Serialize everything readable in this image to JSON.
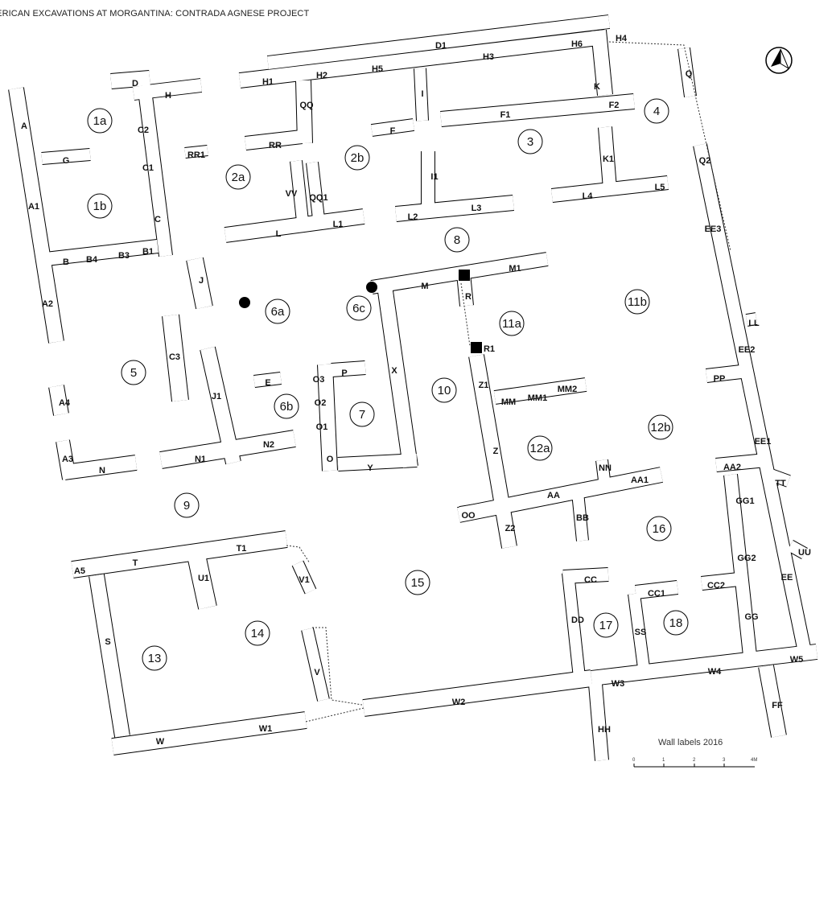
{
  "title": "IERICAN EXCAVATIONS AT MORGANTINA: CONTRADA AGNESE PROJECT",
  "rooms": [
    "1a",
    "1b",
    "2a",
    "2b",
    "3",
    "4",
    "5",
    "6a",
    "6b",
    "6c",
    "7",
    "8",
    "9",
    "10",
    "11a",
    "11b",
    "12a",
    "12b",
    "13",
    "14",
    "15",
    "16",
    "17",
    "18"
  ],
  "walls": [
    "D1",
    "H1",
    "H2",
    "H5",
    "H3",
    "H6",
    "H4",
    "K",
    "Q",
    "F1",
    "F2",
    "QQ",
    "RR",
    "I",
    "F",
    "D",
    "H",
    "C2",
    "C1",
    "C",
    "A",
    "A1",
    "A2",
    "G",
    "B",
    "B4",
    "B3",
    "B1",
    "RR1",
    "VV",
    "QQ1",
    "L",
    "L1",
    "I1",
    "L2",
    "L3",
    "K1",
    "L4",
    "L5",
    "J",
    "M",
    "M1",
    "R",
    "R1",
    "X",
    "Y",
    "O3",
    "P",
    "O2",
    "O1",
    "O",
    "Z1",
    "MM",
    "MM1",
    "MM2",
    "Z",
    "AA",
    "NN",
    "AA1",
    "BB",
    "OO",
    "Z2",
    "C3",
    "J1",
    "E",
    "N1",
    "N2",
    "A4",
    "A3",
    "N",
    "T",
    "T1",
    "A5",
    "U1",
    "V1",
    "S",
    "W",
    "W1",
    "V",
    "W2",
    "W3",
    "W4",
    "W5",
    "DD",
    "CC",
    "HH",
    "FF",
    "SS",
    "CC1",
    "CC2",
    "GG",
    "GG1",
    "GG2",
    "EE3",
    "EE2",
    "EE1",
    "EE",
    "PP",
    "LL",
    "AA2",
    "TT",
    "UU",
    "Q2"
  ],
  "legend": {
    "label": "Wall labels 2016",
    "ticks": [
      "0",
      "1",
      "2",
      "3",
      "4M"
    ]
  },
  "north_arrow": "north-arrow"
}
